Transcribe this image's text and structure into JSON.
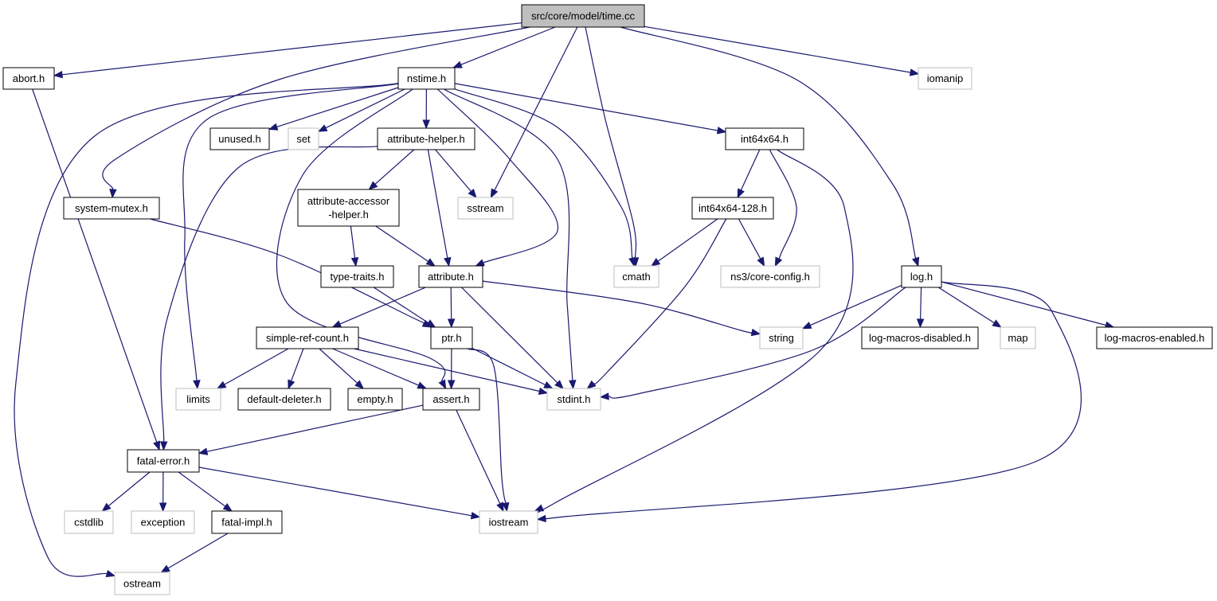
{
  "diagram": {
    "nodes": [
      {
        "id": "time_cc",
        "label": "src/core/model/time.cc",
        "kind": "root"
      },
      {
        "id": "abort_h",
        "label": "abort.h",
        "kind": "documented"
      },
      {
        "id": "nstime_h",
        "label": "nstime.h",
        "kind": "documented"
      },
      {
        "id": "iomanip",
        "label": "iomanip",
        "kind": "external"
      },
      {
        "id": "unused_h",
        "label": "unused.h",
        "kind": "documented"
      },
      {
        "id": "set",
        "label": "set",
        "kind": "external"
      },
      {
        "id": "attribute_helper_h",
        "label": "attribute-helper.h",
        "kind": "documented"
      },
      {
        "id": "int64x64_h",
        "label": "int64x64.h",
        "kind": "documented"
      },
      {
        "id": "system_mutex_h",
        "label": "system-mutex.h",
        "kind": "documented"
      },
      {
        "id": "attribute_accessor_helper_h",
        "label": "attribute-accessor\n-helper.h",
        "kind": "documented"
      },
      {
        "id": "sstream",
        "label": "sstream",
        "kind": "external"
      },
      {
        "id": "int64x64_128_h",
        "label": "int64x64-128.h",
        "kind": "documented"
      },
      {
        "id": "type_traits_h",
        "label": "type-traits.h",
        "kind": "documented"
      },
      {
        "id": "attribute_h",
        "label": "attribute.h",
        "kind": "documented"
      },
      {
        "id": "cmath",
        "label": "cmath",
        "kind": "external"
      },
      {
        "id": "ns3_core_config_h",
        "label": "ns3/core-config.h",
        "kind": "external"
      },
      {
        "id": "log_h",
        "label": "log.h",
        "kind": "documented"
      },
      {
        "id": "simple_ref_count_h",
        "label": "simple-ref-count.h",
        "kind": "documented"
      },
      {
        "id": "ptr_h",
        "label": "ptr.h",
        "kind": "documented"
      },
      {
        "id": "string",
        "label": "string",
        "kind": "external"
      },
      {
        "id": "log_macros_disabled_h",
        "label": "log-macros-disabled.h",
        "kind": "documented"
      },
      {
        "id": "map",
        "label": "map",
        "kind": "external"
      },
      {
        "id": "log_macros_enabled_h",
        "label": "log-macros-enabled.h",
        "kind": "documented"
      },
      {
        "id": "limits",
        "label": "limits",
        "kind": "external"
      },
      {
        "id": "default_deleter_h",
        "label": "default-deleter.h",
        "kind": "documented"
      },
      {
        "id": "empty_h",
        "label": "empty.h",
        "kind": "documented"
      },
      {
        "id": "assert_h",
        "label": "assert.h",
        "kind": "documented"
      },
      {
        "id": "stdint_h",
        "label": "stdint.h",
        "kind": "external"
      },
      {
        "id": "fatal_error_h",
        "label": "fatal-error.h",
        "kind": "documented"
      },
      {
        "id": "cstdlib",
        "label": "cstdlib",
        "kind": "external"
      },
      {
        "id": "exception",
        "label": "exception",
        "kind": "external"
      },
      {
        "id": "fatal_impl_h",
        "label": "fatal-impl.h",
        "kind": "documented"
      },
      {
        "id": "iostream",
        "label": "iostream",
        "kind": "external"
      },
      {
        "id": "ostream",
        "label": "ostream",
        "kind": "external"
      }
    ],
    "edges": [
      {
        "from": "time_cc",
        "to": "abort_h"
      },
      {
        "from": "time_cc",
        "to": "nstime_h"
      },
      {
        "from": "time_cc",
        "to": "system_mutex_h"
      },
      {
        "from": "time_cc",
        "to": "sstream"
      },
      {
        "from": "time_cc",
        "to": "cmath"
      },
      {
        "from": "time_cc",
        "to": "log_h"
      },
      {
        "from": "time_cc",
        "to": "iomanip"
      },
      {
        "from": "abort_h",
        "to": "fatal_error_h"
      },
      {
        "from": "nstime_h",
        "to": "unused_h"
      },
      {
        "from": "nstime_h",
        "to": "set"
      },
      {
        "from": "nstime_h",
        "to": "attribute_helper_h"
      },
      {
        "from": "nstime_h",
        "to": "int64x64_h"
      },
      {
        "from": "nstime_h",
        "to": "limits"
      },
      {
        "from": "nstime_h",
        "to": "ostream"
      },
      {
        "from": "nstime_h",
        "to": "assert_h"
      },
      {
        "from": "nstime_h",
        "to": "attribute_h"
      },
      {
        "from": "nstime_h",
        "to": "stdint_h"
      },
      {
        "from": "nstime_h",
        "to": "cmath"
      },
      {
        "from": "attribute_helper_h",
        "to": "attribute_accessor_helper_h"
      },
      {
        "from": "attribute_helper_h",
        "to": "sstream"
      },
      {
        "from": "attribute_helper_h",
        "to": "attribute_h"
      },
      {
        "from": "attribute_helper_h",
        "to": "fatal_error_h"
      },
      {
        "from": "int64x64_h",
        "to": "int64x64_128_h"
      },
      {
        "from": "int64x64_h",
        "to": "ns3_core_config_h"
      },
      {
        "from": "int64x64_h",
        "to": "iostream"
      },
      {
        "from": "system_mutex_h",
        "to": "ptr_h"
      },
      {
        "from": "attribute_accessor_helper_h",
        "to": "type_traits_h"
      },
      {
        "from": "attribute_accessor_helper_h",
        "to": "attribute_h"
      },
      {
        "from": "int64x64_128_h",
        "to": "cmath"
      },
      {
        "from": "int64x64_128_h",
        "to": "ns3_core_config_h"
      },
      {
        "from": "int64x64_128_h",
        "to": "stdint_h"
      },
      {
        "from": "type_traits_h",
        "to": "ptr_h"
      },
      {
        "from": "attribute_h",
        "to": "simple_ref_count_h"
      },
      {
        "from": "attribute_h",
        "to": "ptr_h"
      },
      {
        "from": "attribute_h",
        "to": "string"
      },
      {
        "from": "attribute_h",
        "to": "stdint_h"
      },
      {
        "from": "log_h",
        "to": "string"
      },
      {
        "from": "log_h",
        "to": "stdint_h"
      },
      {
        "from": "log_h",
        "to": "log_macros_disabled_h"
      },
      {
        "from": "log_h",
        "to": "map"
      },
      {
        "from": "log_h",
        "to": "log_macros_enabled_h"
      },
      {
        "from": "log_h",
        "to": "iostream"
      },
      {
        "from": "simple_ref_count_h",
        "to": "limits"
      },
      {
        "from": "simple_ref_count_h",
        "to": "default_deleter_h"
      },
      {
        "from": "simple_ref_count_h",
        "to": "empty_h"
      },
      {
        "from": "simple_ref_count_h",
        "to": "assert_h"
      },
      {
        "from": "simple_ref_count_h",
        "to": "stdint_h"
      },
      {
        "from": "ptr_h",
        "to": "assert_h"
      },
      {
        "from": "ptr_h",
        "to": "stdint_h"
      },
      {
        "from": "ptr_h",
        "to": "iostream"
      },
      {
        "from": "assert_h",
        "to": "fatal_error_h"
      },
      {
        "from": "assert_h",
        "to": "iostream"
      },
      {
        "from": "fatal_error_h",
        "to": "cstdlib"
      },
      {
        "from": "fatal_error_h",
        "to": "exception"
      },
      {
        "from": "fatal_error_h",
        "to": "fatal_impl_h"
      },
      {
        "from": "fatal_error_h",
        "to": "iostream"
      },
      {
        "from": "fatal_impl_h",
        "to": "ostream"
      }
    ]
  }
}
